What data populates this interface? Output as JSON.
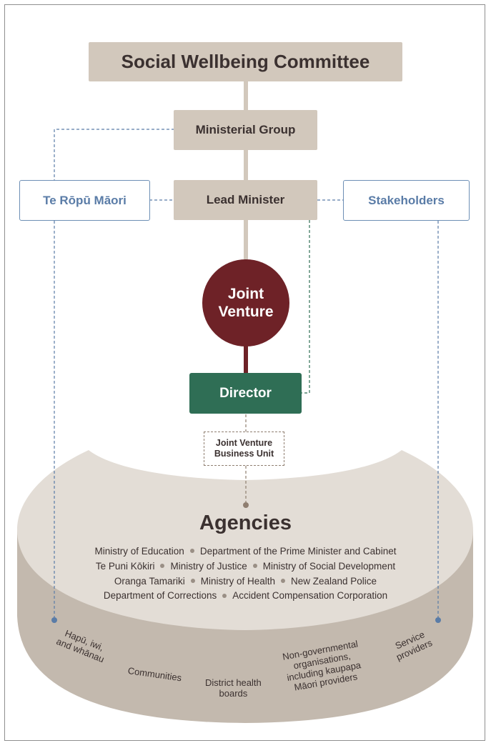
{
  "committee": "Social Wellbeing Committee",
  "ministerial_group": "Ministerial Group",
  "lead_minister": "Lead Minister",
  "te_ropu_maori": "Te Rōpū Māori",
  "stakeholders": "Stakeholders",
  "joint_venture": [
    "Joint",
    "Venture"
  ],
  "director": "Director",
  "jv_business_unit": [
    "Joint Venture",
    "Business Unit"
  ],
  "agencies": {
    "title": "Agencies",
    "lines": [
      [
        "Ministry of Education",
        "Department of the Prime Minister and Cabinet"
      ],
      [
        "Te Puni Kōkiri",
        "Ministry of Justice",
        "Ministry of Social Development"
      ],
      [
        "Oranga Tamariki",
        "Ministry of Health",
        "New Zealand Police"
      ],
      [
        "Department of Corrections",
        "Accident Compensation Corporation"
      ]
    ]
  },
  "rim_labels": {
    "hapu": [
      "Hapū, iwi,",
      "and whānau"
    ],
    "communities": [
      "Communities"
    ],
    "dhb": [
      "District health",
      "boards"
    ],
    "ngo": [
      "Non-governmental",
      "organisations,",
      "including kaupapa",
      "Māori providers"
    ],
    "service": [
      "Service",
      "providers"
    ]
  },
  "colors": {
    "beige": "#d2c8bc",
    "joint_venture": "#6e2227",
    "director": "#2f6e55",
    "outline_blue": "#5a7ca7"
  }
}
